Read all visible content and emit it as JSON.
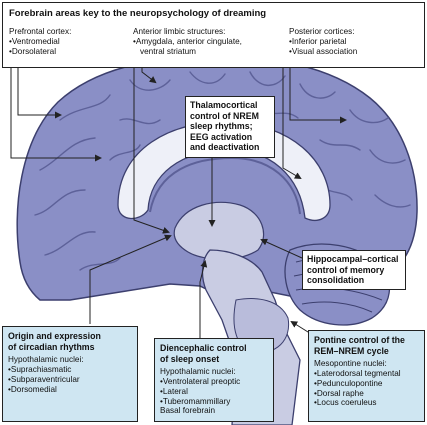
{
  "header": {
    "title": "Forebrain areas key to the neuropsychology of dreaming",
    "prefrontal": {
      "heading": "Prefrontal cortex:",
      "items": [
        "Ventromedial",
        "Dorsolateral"
      ]
    },
    "limbic": {
      "heading": "Anterior limbic structures:",
      "items": [
        "Amygdala, anterior cingulate,",
        "ventral striatum"
      ]
    },
    "posterior": {
      "heading": "Posterior cortices:",
      "items": [
        "Inferior parietal",
        "Visual association"
      ]
    }
  },
  "thalamocortical": {
    "lines": [
      "Thalamocortical",
      "control of NREM",
      "sleep rhythms;",
      "EEG activation",
      "and deactivation"
    ]
  },
  "hippocampal": {
    "lines": [
      "Hippocampal–cortical",
      "control of memory",
      "consolidation"
    ]
  },
  "circadian": {
    "title_lines": [
      "Origin and expression",
      "of circadian rhythms"
    ],
    "subheading": "Hypothalamic nuclei:",
    "items": [
      "Suprachiasmatic",
      "Subparaventricular",
      "Dorsomedial"
    ]
  },
  "diencephalic": {
    "title_lines": [
      "Diencephalic control",
      "of sleep onset"
    ],
    "subheading": "Hypothalamic nuclei:",
    "items": [
      "Ventrolateral preoptic",
      "Lateral",
      "Tuberomammillary"
    ],
    "extra": "Basal forebrain"
  },
  "pontine": {
    "title_lines": [
      "Pontine control of the",
      "REM–NREM cycle"
    ],
    "subheading": "Mesopontine nuclei:",
    "items": [
      "Laterodorsal tegmental",
      "Pedunculopontine",
      "Dorsal raphe",
      "Locus coeruleus"
    ]
  },
  "colors": {
    "brain": "#8a8fc6",
    "brain_dark": "#5d6199",
    "brainstem": "#c9cce3",
    "box_fill": "#cfe6f2",
    "outline": "#222222"
  }
}
